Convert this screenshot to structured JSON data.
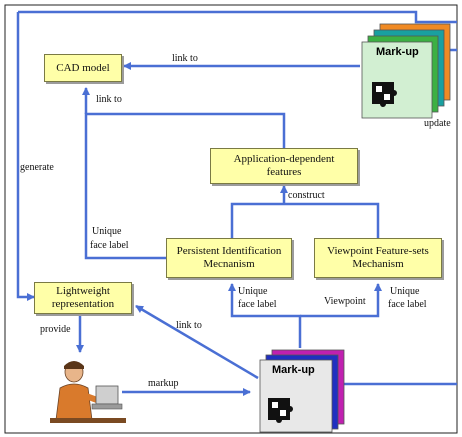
{
  "nodes": {
    "cad_model": "CAD model",
    "app_features_l1": "Application-dependent",
    "app_features_l2": "features",
    "persistent_l1": "Persistent Identification",
    "persistent_l2": "Mecnanism",
    "viewpoint_l1": "Viewpoint  Feature-sets",
    "viewpoint_l2": "Mechanism",
    "lightweight_l1": "Lightweight",
    "lightweight_l2": "representation"
  },
  "markup_stacks": {
    "top_title": "Mark-up",
    "bottom_title": "Mark-up"
  },
  "edge_labels": {
    "link_to_top": "link to",
    "link_to_cad": "link to",
    "update": "update",
    "generate": "generate",
    "construct": "construct",
    "unique_face_left_l1": "Unique",
    "unique_face_left_l2": "face label",
    "unique_face_mid_l1": "Unique",
    "unique_face_mid_l2": "face label",
    "viewpoint": "Viewpoint",
    "unique_face_right_l1": "Unique",
    "unique_face_right_l2": "face label",
    "provide": "provide",
    "link_to_light": "link to",
    "markup": "markup"
  },
  "colors": {
    "arrow": "#4a6fd4",
    "box_fill": "#ffffa8",
    "markup_top_layers": [
      "#f08a24",
      "#19a0a0",
      "#3cb043",
      "#d2efd2"
    ],
    "markup_bottom_layers": [
      "#c020b0",
      "#2030c0",
      "#e8e8e8"
    ]
  }
}
